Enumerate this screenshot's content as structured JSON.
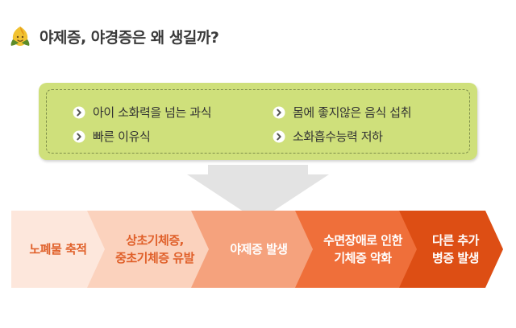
{
  "title": "야제증, 야경증은 왜 생길까?",
  "causes": {
    "items": [
      "아이 소화력을 넘는 과식",
      "몸에 좋지않은 음식 섭취",
      "빠른 이유식",
      "소화흡수능력 저하"
    ]
  },
  "flow": {
    "steps": [
      {
        "line1": "노폐물 축적",
        "line2": ""
      },
      {
        "line1": "상초기체증,",
        "line2": "중초기체증 유발"
      },
      {
        "line1": "야제증 발생",
        "line2": ""
      },
      {
        "line1": "수면장애로 인한",
        "line2": "기체증 악화"
      },
      {
        "line1": "다른 추가",
        "line2": "병증 발생"
      }
    ]
  },
  "colors": {
    "cause_box": "#cfe07b",
    "cause_border": "#7f8f4a",
    "arrow_gray": "#e3e3e3",
    "step_1": "#fde7dc",
    "step_2": "#fbd2bd",
    "step_3": "#f5a27d",
    "step_4": "#ef6f3a",
    "step_5": "#dd4e14",
    "text_dark_orange": "#e0602a",
    "text_white": "#ffffff"
  },
  "icons": {
    "title_icon": "leaf-face-icon",
    "bullet_icon": "chevron-right-circle-icon"
  }
}
